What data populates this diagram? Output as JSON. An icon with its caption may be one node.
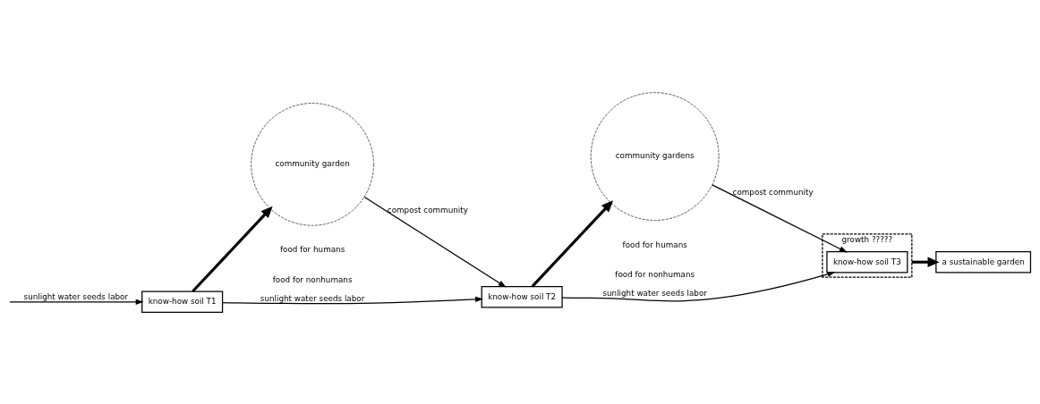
{
  "diagram": {
    "nodes": [
      {
        "text": [
          "know-how soil T1"
        ]
      },
      {
        "text": [
          "community garden"
        ],
        "beside": [
          "food for humans",
          "food for nonhumans"
        ]
      },
      {
        "text": [
          "know-how soil T2"
        ]
      },
      {
        "text": [
          "community gardens"
        ],
        "beside": [
          "food for humans",
          "food for nonhumans"
        ]
      },
      {
        "text": [
          "growth ?????"
        ]
      },
      {
        "text": [
          "know-how soil T3"
        ],
        "in": 4
      },
      {
        "text": [
          "a sustainable garden"
        ]
      }
    ],
    "edges": [
      {
        "from": null,
        "to": 0,
        "arrow": "to",
        "label": "sunlight water seeds labor"
      },
      {
        "from": 0,
        "to": 2,
        "arrow": "to",
        "label": "sunlight water seeds labor"
      },
      {
        "from": 2,
        "to": 5,
        "arrow": "to",
        "label": "sunlight water seeds labor"
      },
      {
        "from": 0,
        "to": 1,
        "arrow": "to",
        "style": "thick"
      },
      {
        "from": 1,
        "to": 2,
        "arrow": "to",
        "label": "compost community"
      },
      {
        "from": 2,
        "to": 3,
        "arrow": "to",
        "style": "thick"
      },
      {
        "from": 3,
        "to": 5,
        "arrow": "to",
        "label": "compost community"
      },
      {
        "from": 4,
        "to": 6,
        "arrow": "to",
        "style": "thick"
      }
    ]
  }
}
